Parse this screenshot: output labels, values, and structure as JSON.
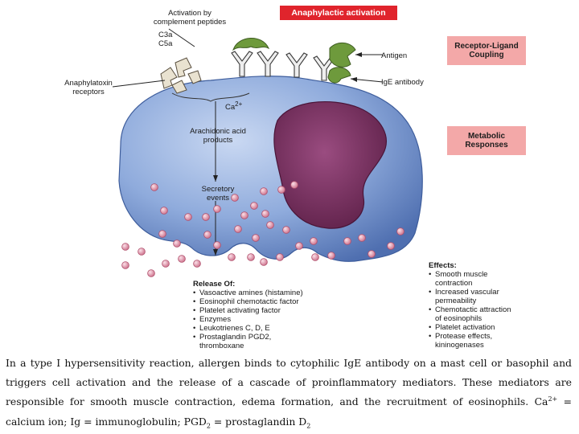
{
  "figure": {
    "banner": "Anaphylactic activation",
    "labels": {
      "activation_lines": [
        "Activation by",
        "complement peptides"
      ],
      "c3a": "C3a",
      "c5a": "C5a",
      "anaphylatoxin_lines": [
        "Anaphylatoxin",
        "receptors"
      ],
      "antigen": "Antigen",
      "ige": "IgE antibody",
      "calcium": "Ca",
      "calcium_sup": "2+",
      "arachidonic_lines": [
        "Arachidonic acid",
        "products"
      ],
      "secretory_lines": [
        "Secretory",
        "events"
      ]
    },
    "side_boxes": {
      "receptor_ligand": [
        "Receptor-Ligand",
        "Coupling"
      ],
      "metabolic": [
        "Metabolic",
        "Responses"
      ]
    },
    "release": {
      "heading": "Release Of:",
      "items": [
        "Vasoactive amines (histamine)",
        "Eosinophil chemotactic factor",
        "Platelet activating factor",
        "Enzymes",
        "Leukotrienes C, D, E",
        "Prostaglandin PGD2,",
        "thromboxane"
      ]
    },
    "effects": {
      "heading": "Effects:",
      "items": [
        "Smooth muscle",
        "contraction",
        "Increased vascular",
        "permeability",
        "Chemotactic attraction",
        "of eosinophils",
        "Platelet activation",
        "Protease effects,",
        "kininogenases"
      ]
    },
    "colors": {
      "cell": "#7f9fd6",
      "nucleus": "#7a2f60",
      "granule": "#e8a0b4",
      "receptor": "#6e9a3c",
      "banner": "#e0242c",
      "box": "#f3a8a8"
    }
  },
  "caption": {
    "part1": "In a type I hypersensitivity reaction, allergen binds to cytophilic IgE antibody on a mast cell or basophil and triggers cell activation and the release of a cascade of proinflammatory mediators. These mediators are responsible for smooth muscle contraction, edema formation, and the recruitment of eosinophils. Ca",
    "ca_sup": "2+",
    "part2": " = calcium ion; Ig = immunoglobulin; PGD",
    "pgd_sub": "2",
    "part3": " = prostaglandin D",
    "d_sub": "2"
  }
}
